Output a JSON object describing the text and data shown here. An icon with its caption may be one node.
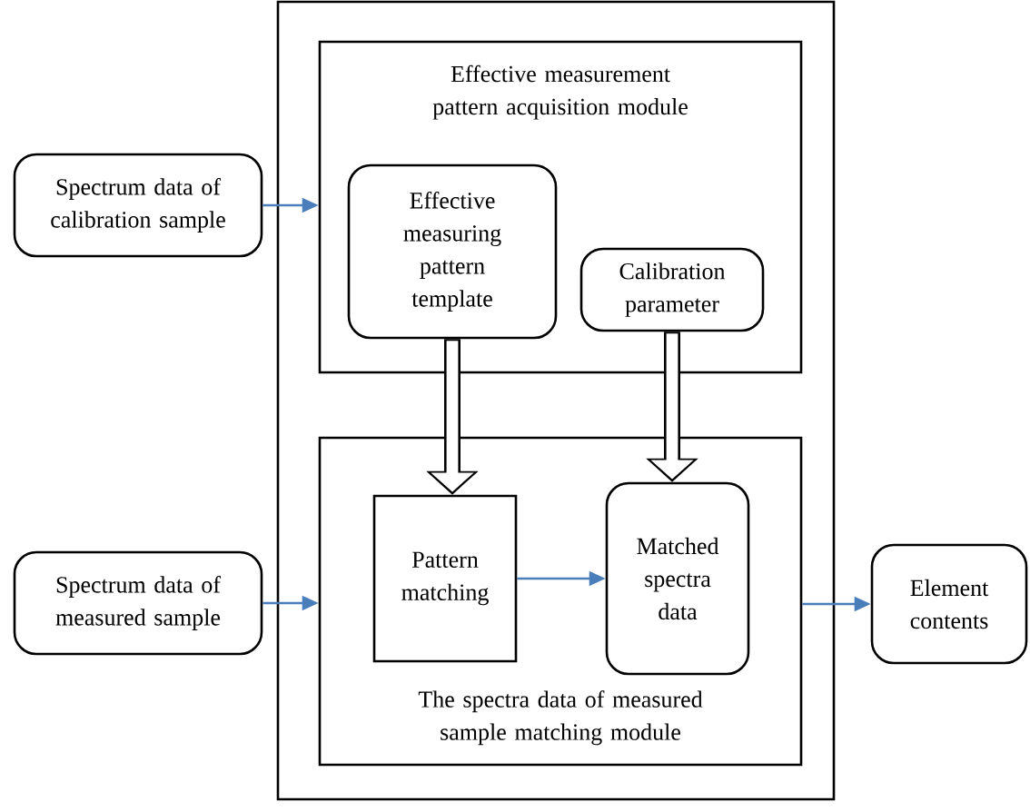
{
  "diagram": {
    "nodes": [
      {
        "text": [],
        "shape": "box"
      },
      {
        "text": [
          "Spectrum data of calibration sample"
        ]
      },
      {
        "text": [
          "Effective measurement pattern acquisition module"
        ],
        "in": 0
      },
      {
        "text": [
          "Effective measuring pattern template"
        ],
        "in": 2
      },
      {
        "text": [
          "Calibration parameter"
        ],
        "in": 2
      },
      {
        "text": [
          "Spectrum data of measured sample"
        ]
      },
      {
        "text": [
          "The spectra data of measured sample matching module"
        ],
        "in": 0
      },
      {
        "text": [
          "Pattern matching"
        ],
        "in": 6
      },
      {
        "text": [
          "Matched spectra data"
        ],
        "in": 6
      },
      {
        "text": [
          "Element contents"
        ]
      }
    ],
    "edges": [
      {
        "from": 1,
        "to": 2,
        "arrow": "to"
      },
      {
        "from": 3,
        "to": 7,
        "arrow": "to",
        "style": "thick",
        "color": "#000000"
      },
      {
        "from": 4,
        "to": 8,
        "arrow": "to",
        "style": "thick",
        "color": "#000000"
      },
      {
        "from": 5,
        "to": 6,
        "arrow": "to"
      },
      {
        "from": 7,
        "to": 8,
        "arrow": "to"
      },
      {
        "from": 6,
        "to": 9,
        "arrow": "to"
      }
    ]
  }
}
